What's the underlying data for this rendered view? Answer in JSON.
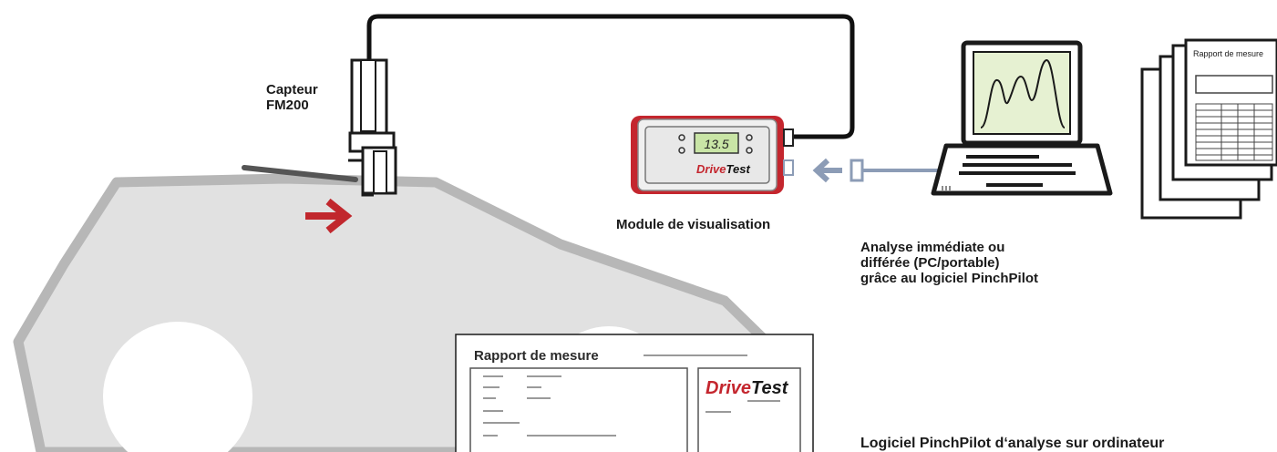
{
  "labels": {
    "capteur": "Capteur\nFM200",
    "module": "Module de visualisation",
    "analyse": "Analyse immédiate ou\ndifférée (PC/portable)\ngrâce au logiciel PinchPilot",
    "logiciel": "Logiciel PinchPilot d‘analyse sur ordinateur"
  },
  "device": {
    "display_value": "13.5",
    "brand_drive": "Drive",
    "brand_test": "Test"
  },
  "report_stack": {
    "title": "Rapport de mesure"
  },
  "report_doc": {
    "title": "Rapport de mesure",
    "brand_drive": "Drive",
    "brand_test": "Test"
  },
  "colors": {
    "car_fill": "#e1e1e1",
    "car_outline": "#b7b7b7",
    "device_red": "#c4262e",
    "arrow_red": "#c1272d",
    "cable_blue": "#8c9cb6",
    "lcd_green": "#c9e5a6",
    "screen_green": "#e6f1d2"
  },
  "icons": [
    "arrow-right-icon",
    "arrow-left-icon"
  ]
}
